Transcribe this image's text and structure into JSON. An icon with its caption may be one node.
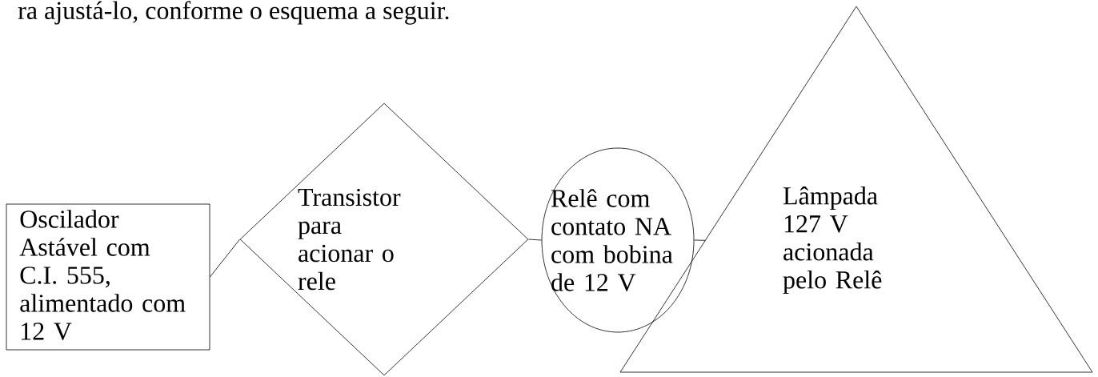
{
  "diagram": {
    "nodes": [
      {
        "text": [
          "Oscilador Astável com C.I. 555, alimentado com 12 V"
        ]
      },
      {
        "text": [
          "Transistor para acionar o rele"
        ]
      },
      {
        "text": [
          "Relê com contato NA com bobina de 12 V"
        ]
      },
      {
        "text": [
          "Lâmpada 127 V acionada pelo Relê"
        ]
      }
    ],
    "edges": [
      {
        "from": 0,
        "to": 1,
        "arrow": "none"
      },
      {
        "from": 1,
        "to": 2,
        "arrow": "none"
      },
      {
        "from": 2,
        "to": 3,
        "arrow": "none"
      }
    ],
    "labels": [
      "ra ajustá-lo, conforme o esquema a seguir."
    ]
  }
}
